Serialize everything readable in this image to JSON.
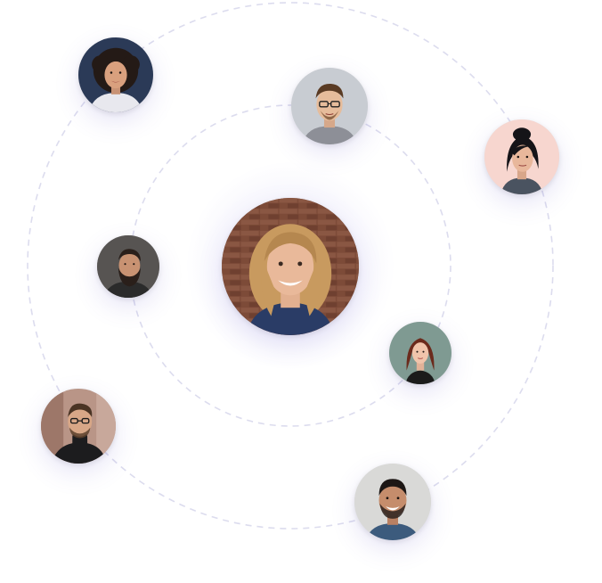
{
  "orbits": {
    "stroke_color": "#dcdcee"
  },
  "avatars": [
    {
      "id": "center",
      "name": "center-woman-avatar",
      "skin": "#e9b99a",
      "hair": "#c89a5f",
      "bg": "#7a4a36",
      "shirt": "#2a3c66"
    },
    {
      "id": "top-left",
      "name": "curly-hair-woman-avatar",
      "skin": "#d9a07e",
      "hair": "#241a16",
      "bg": "#2b3a57",
      "shirt": "#e8e8ee"
    },
    {
      "id": "top-center",
      "name": "glasses-man-avatar",
      "skin": "#e6bc9b",
      "hair": "#5a3b24",
      "bg": "#c8ccd2",
      "shirt": "#8d8f97"
    },
    {
      "id": "right",
      "name": "dark-hair-woman-avatar",
      "skin": "#e8b79b",
      "hair": "#151418",
      "bg": "#f7d6cf",
      "shirt": "#4a5360"
    },
    {
      "id": "middle-left",
      "name": "bearded-man-avatar",
      "skin": "#c89272",
      "hair": "#2a1f1a",
      "bg": "#3c3a38",
      "shirt": "#2b2b2b"
    },
    {
      "id": "middle-right",
      "name": "red-hair-woman-avatar",
      "skin": "#f0c4ab",
      "hair": "#6b2a1c",
      "bg": "#7f9a92",
      "shirt": "#1b1b1b"
    },
    {
      "id": "bottom-left",
      "name": "turtleneck-man-avatar",
      "skin": "#d8a787",
      "hair": "#4a3424",
      "bg": "#b99587",
      "shirt": "#1c1c1e"
    },
    {
      "id": "bottom-center",
      "name": "smiling-man-avatar",
      "skin": "#c58d6c",
      "hair": "#1d1715",
      "bg": "#d9d9d7",
      "shirt": "#3c5b7d"
    }
  ]
}
